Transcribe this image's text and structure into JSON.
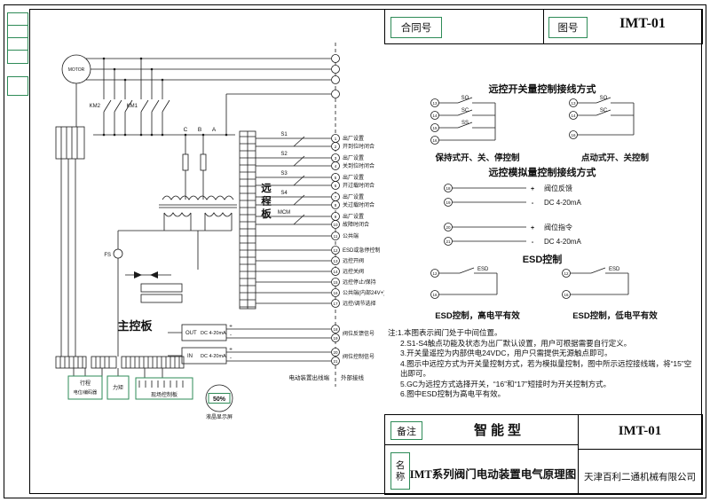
{
  "colors": {
    "accent_green": "#2e8b57",
    "line_black": "#1a1a1a"
  },
  "page": {
    "top_block": {
      "contract_label": "合同号",
      "drawing_no_label": "图号",
      "drawing_no": "IMT-01"
    },
    "bottom_block": {
      "remark_label": "备注",
      "remark_value": "智能型",
      "name_label": "名称",
      "name_value": "IMT系列阀门电动装置电气原理图",
      "drawing_no": "IMT-01",
      "company": "天津百利二通机械有限公司"
    }
  },
  "legend": {
    "switch_title": "远控开关量控制接线方式",
    "hold_caption": "保持式开、关、停控制",
    "jog_caption": "点动式开、关控制",
    "analog_title": "远控模拟量控制接线方式",
    "feedback_label": "阀位反馈",
    "feedback_range": "DC 4-20mA",
    "command_label": "阀位指令",
    "command_range": "DC 4-20mA",
    "esd_title": "ESD控制",
    "esd_high_caption": "ESD控制，高电平有效",
    "esd_low_caption": "ESD控制，低电平有效",
    "sw_open": "SO",
    "sw_close": "SC",
    "sw_stop": "SS",
    "esd_label": "ESD",
    "plus": "+",
    "minus": "-",
    "hold_terminals": [
      "13",
      "14",
      "15",
      "16"
    ],
    "jog_terminals": [
      "13",
      "14",
      "16"
    ],
    "esd_terminals": [
      "12",
      "16"
    ],
    "feedback_terminals": [
      "18",
      "19"
    ],
    "command_terminals": [
      "20",
      "21"
    ]
  },
  "notes": {
    "label": "注:",
    "items": [
      "1.本图表示阀门处于中间位置。",
      "2.S1-S4触点功能及状态为出厂默认设置，用户可根据需要自行定义。",
      "3.开关量遥控为内部供电24VDC，用户只需提供无源触点即可。",
      "4.图示中远控方式为开关量控制方式，若为模拟量控制，图中所示远控接线端，将“15”空出即可。",
      "5.GC为远控方式选择开关，“16”和“17”短接时为开关控制方式。",
      "6.图中ESD控制为高电平有效。"
    ]
  },
  "schematic": {
    "motor": "MOTOR",
    "km1": "KM1",
    "km2": "KM2",
    "phase_c": "C",
    "phase_b": "B",
    "phase_a": "A",
    "fs": "FS",
    "main_board": "主控板",
    "remote_board": "远程板",
    "switches": [
      "S1",
      "S2",
      "S3",
      "S4",
      "MCM"
    ],
    "terminals": [
      "1",
      "2",
      "3",
      "4",
      "5",
      "6",
      "7",
      "8",
      "9",
      "10",
      "11",
      "12",
      "13",
      "14",
      "15",
      "16",
      "17",
      "18",
      "19",
      "20",
      "21"
    ],
    "rows": [
      {
        "l1": "出厂设置",
        "l2": "开到位时闭合"
      },
      {
        "l1": "出厂设置",
        "l2": "关到位时闭合"
      },
      {
        "l1": "出厂设置",
        "l2": "开过载时闭合"
      },
      {
        "l1": "出厂设置",
        "l2": "关过载时闭合"
      },
      {
        "l1": "出厂设置",
        "l2": "故障时闭合"
      }
    ],
    "common_label": "公共端",
    "remote_labels": [
      "ESD或急停控制",
      "远控开阀",
      "远控关阀",
      "远控停止/保持",
      "公共端(内部24V+)",
      "远控/调节选择"
    ],
    "out_label": "OUT",
    "out_range": "DC 4-20mA",
    "in_label": "IN",
    "in_range": "DC 4-20mA",
    "feedback_signal": "阀位反馈信号",
    "control_signal": "阀位控制信号",
    "outlet_label": "电动装置出线端",
    "external_label": "外部接线",
    "travel_line1": "行程",
    "travel_line2": "电位/编码器",
    "torque": "力矩",
    "local_board": "现场控制板",
    "display_value": "50%",
    "display_caption": "液晶显示屏"
  }
}
